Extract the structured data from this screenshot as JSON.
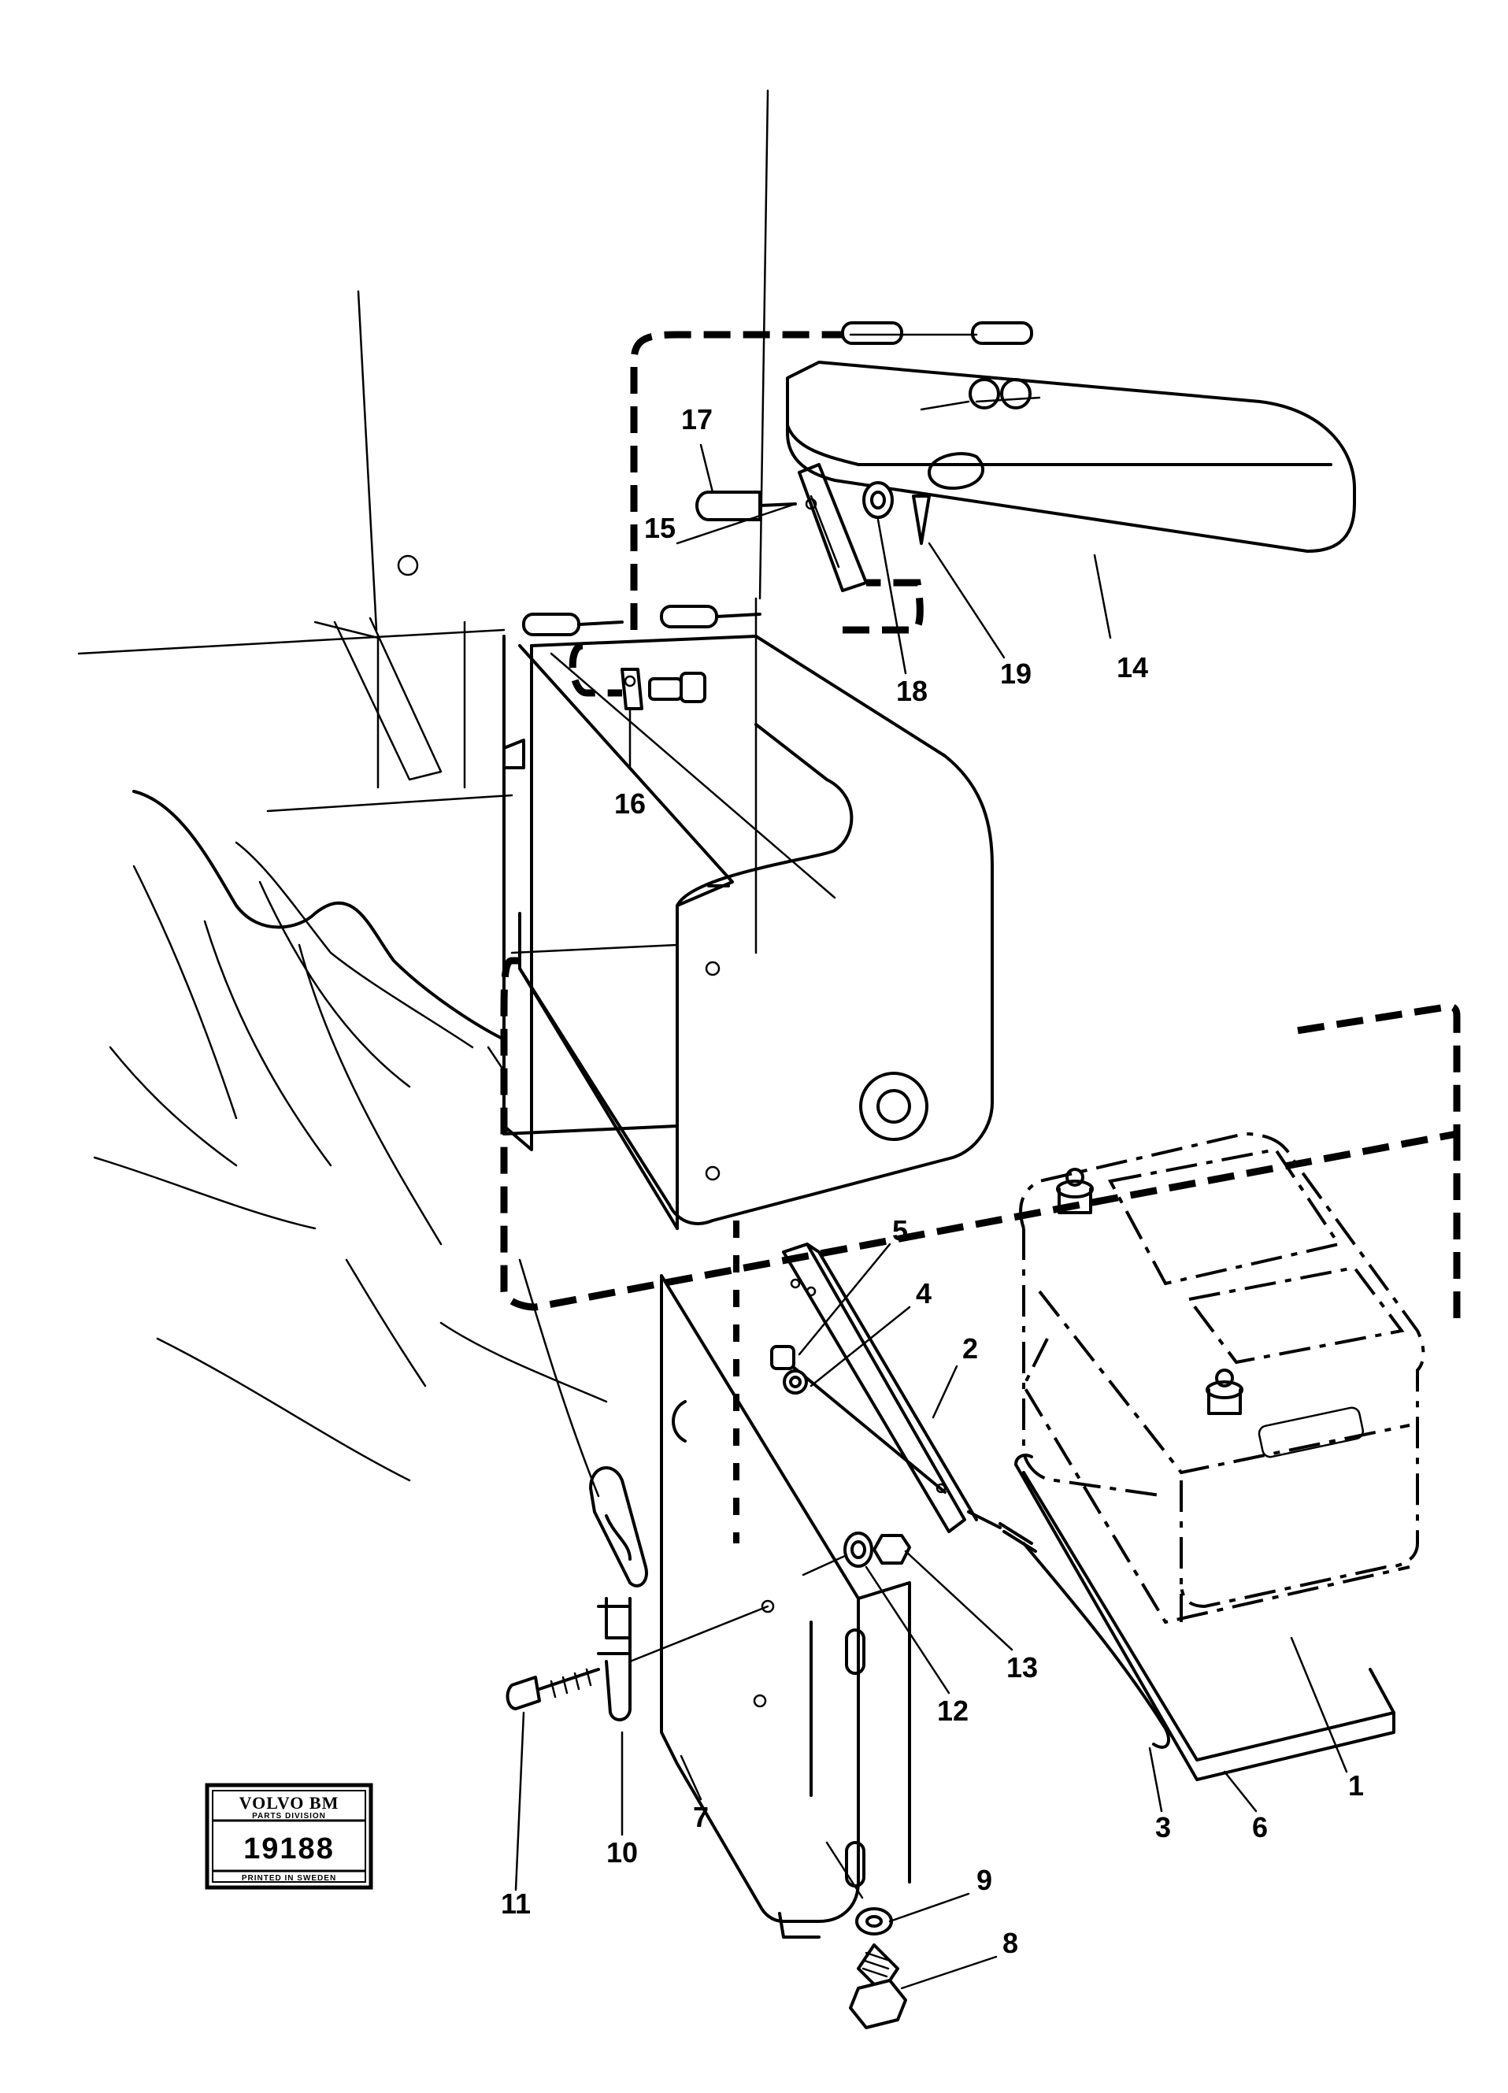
{
  "diagram": {
    "parts": [
      {
        "number": "1"
      },
      {
        "number": "2"
      },
      {
        "number": "3"
      },
      {
        "number": "4"
      },
      {
        "number": "5"
      },
      {
        "number": "6"
      },
      {
        "number": "7"
      },
      {
        "number": "8"
      },
      {
        "number": "9"
      },
      {
        "number": "10"
      },
      {
        "number": "11"
      },
      {
        "number": "12"
      },
      {
        "number": "13"
      },
      {
        "number": "14"
      },
      {
        "number": "15"
      },
      {
        "number": "16"
      },
      {
        "number": "17"
      },
      {
        "number": "18"
      },
      {
        "number": "19"
      }
    ],
    "badge": {
      "brand": "VOLVO BM",
      "division": "PARTS DIVISION",
      "number": "19188",
      "footer": "PRINTED IN SWEDEN"
    }
  }
}
